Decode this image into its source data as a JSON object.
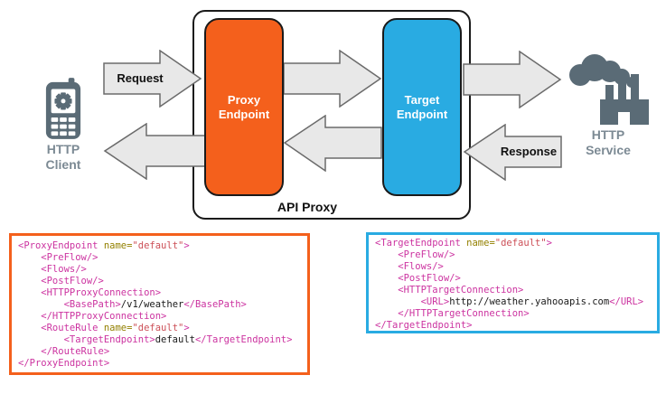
{
  "diagram": {
    "api_proxy_label": "API Proxy",
    "proxy_endpoint": {
      "line1": "Proxy",
      "line2": "Endpoint"
    },
    "target_endpoint": {
      "line1": "Target",
      "line2": "Endpoint"
    },
    "client": {
      "caption_line1": "HTTP",
      "caption_line2": "Client",
      "icon": "mobile-phone-icon"
    },
    "service": {
      "caption_line1": "HTTP",
      "caption_line2": "Service",
      "icon": "factory-smoke-icon"
    },
    "arrows": {
      "request_label": "Request",
      "response_label": "Response",
      "flow": [
        "client-to-proxy",
        "proxy-to-target",
        "target-to-service",
        "service-to-target",
        "target-to-proxy",
        "proxy-to-client"
      ]
    }
  },
  "colors": {
    "proxy_orange": "#F4601C",
    "target_blue": "#29ABE2",
    "arrow_fill": "#E8E8E8",
    "arrow_stroke": "#6B6B6B",
    "icon_gray": "#5A6B76",
    "caption_gray": "#7C8A94",
    "code_tag": "#CC33A0",
    "code_attr": "#938000",
    "code_string": "#CC4F57",
    "code_text": "#1a1a1a"
  },
  "code_blocks": [
    {
      "name": "proxy-endpoint-xml",
      "lines": [
        [
          [
            "tag",
            "<ProxyEndpoint "
          ],
          [
            "attr",
            "name="
          ],
          [
            "str",
            "\"default\""
          ],
          [
            "tag",
            ">"
          ]
        ],
        [
          [
            "tag",
            "    <PreFlow/>"
          ]
        ],
        [
          [
            "tag",
            "    <Flows/>"
          ]
        ],
        [
          [
            "tag",
            "    <PostFlow/>"
          ]
        ],
        [
          [
            "tag",
            "    <HTTPProxyConnection>"
          ]
        ],
        [
          [
            "tag",
            "        <BasePath>"
          ],
          [
            "txt",
            "/v1/weather"
          ],
          [
            "tag",
            "</BasePath>"
          ]
        ],
        [
          [
            "tag",
            "    </HTTPProxyConnection>"
          ]
        ],
        [
          [
            "tag",
            "    <RouteRule "
          ],
          [
            "attr",
            "name="
          ],
          [
            "str",
            "\"default\""
          ],
          [
            "tag",
            ">"
          ]
        ],
        [
          [
            "tag",
            "        <TargetEndpoint>"
          ],
          [
            "txt",
            "default"
          ],
          [
            "tag",
            "</TargetEndpoint>"
          ]
        ],
        [
          [
            "tag",
            "    </RouteRule>"
          ]
        ],
        [
          [
            "tag",
            "</ProxyEndpoint>"
          ]
        ]
      ]
    },
    {
      "name": "target-endpoint-xml",
      "lines": [
        [
          [
            "tag",
            "<TargetEndpoint "
          ],
          [
            "attr",
            "name="
          ],
          [
            "str",
            "\"default\""
          ],
          [
            "tag",
            ">"
          ]
        ],
        [
          [
            "tag",
            "    <PreFlow/>"
          ]
        ],
        [
          [
            "tag",
            "    <Flows/>"
          ]
        ],
        [
          [
            "tag",
            "    <PostFlow/>"
          ]
        ],
        [
          [
            "tag",
            "    <HTTPTargetConnection>"
          ]
        ],
        [
          [
            "tag",
            "        <URL>"
          ],
          [
            "txt",
            "http://weather.yahooapis.com"
          ],
          [
            "tag",
            "</URL>"
          ]
        ],
        [
          [
            "tag",
            "    </HTTPTargetConnection>"
          ]
        ],
        [
          [
            "tag",
            "</TargetEndpoint>"
          ]
        ]
      ]
    }
  ]
}
